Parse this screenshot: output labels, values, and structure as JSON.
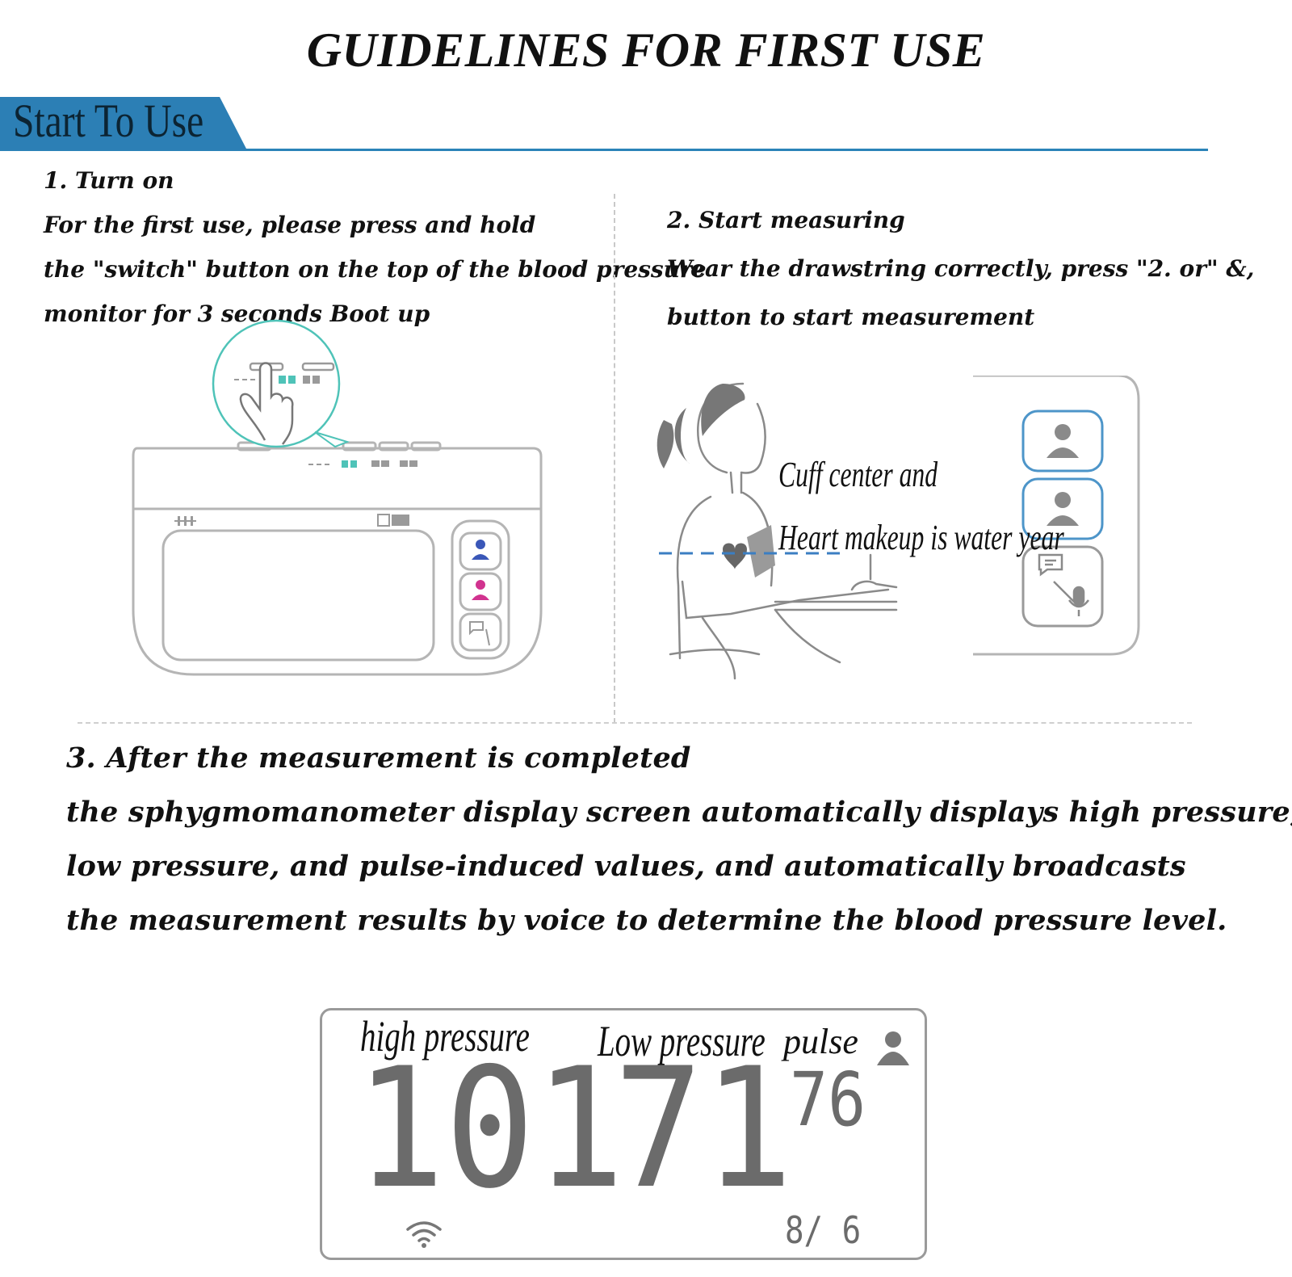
{
  "page": {
    "title": "GUIDELINES FOR FIRST USE",
    "section_banner": "Start To Use"
  },
  "step1": {
    "heading": "1. Turn on",
    "lines": [
      "For the first use, please press and hold",
      "the \"switch\" button on the top of the blood pressure",
      "monitor for 3 seconds Boot up"
    ]
  },
  "step2": {
    "heading": "2. Start measuring",
    "lines": [
      "Wear the drawstring correctly, press \"2. or\" &,",
      "button to start measurement"
    ],
    "figure_labels": [
      "Cuff center and",
      "Heart makeup is water year"
    ]
  },
  "step3": {
    "heading": "3. After the measurement is completed",
    "lines": [
      "the sphygmomanometer display screen automatically displays high pressure,",
      "low pressure, and pulse-induced values, and automatically broadcasts",
      "the measurement results by voice to determine the blood pressure level."
    ]
  },
  "display": {
    "high_label": "high pressure",
    "low_label": "Low pressure",
    "pulse_label": "pulse",
    "high_value": "101",
    "low_value": "71",
    "pulse_value": "76",
    "date": "8/ 6"
  },
  "colors": {
    "banner": "#2c7fb5",
    "line": "#2b83b8",
    "accent_teal": "#4fc3b8",
    "user1_blue": "#3a57b8",
    "user2_magenta": "#d1338f",
    "icon_gray": "#7a7a7a"
  },
  "icons": [
    "finger-press-icon",
    "user-1-icon",
    "user-2-icon",
    "voice-message-icon",
    "wifi-icon",
    "heart-icon"
  ]
}
